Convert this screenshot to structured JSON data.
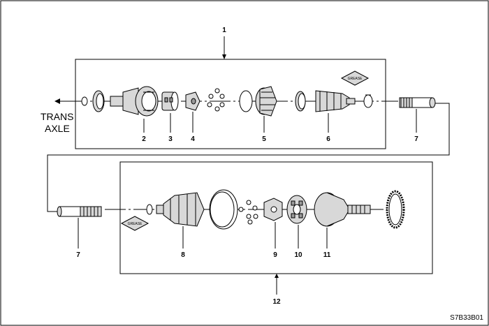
{
  "side_label": {
    "line1": "TRANS",
    "line2": "AXLE"
  },
  "callouts": {
    "c1": "1",
    "c2": "2",
    "c3": "3",
    "c4": "4",
    "c5": "5",
    "c6": "6",
    "c7_top": "7",
    "c7_bottom": "7",
    "c8": "8",
    "c9": "9",
    "c10": "10",
    "c11": "11",
    "c12": "12"
  },
  "grease_packet_text": "GREASE",
  "figure_code": "S7B33B01"
}
